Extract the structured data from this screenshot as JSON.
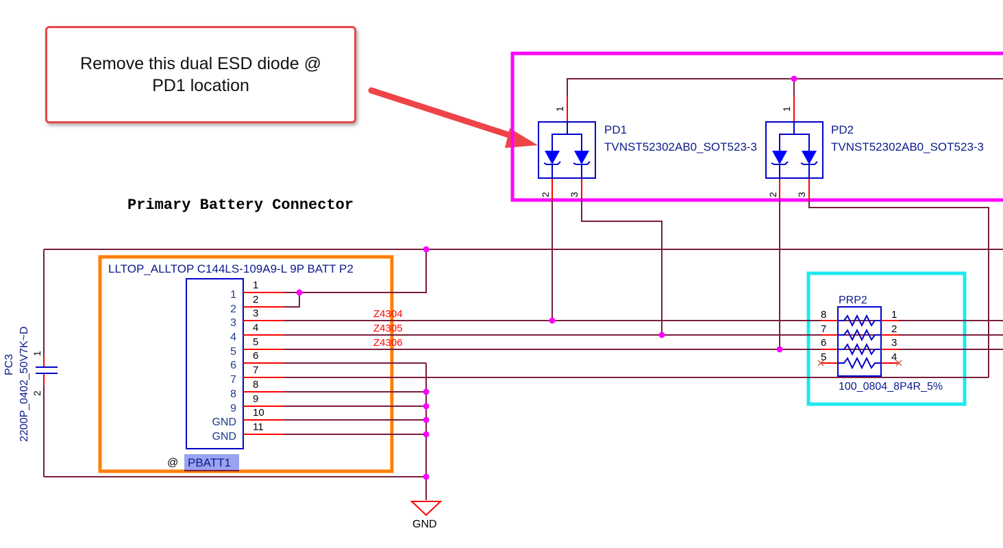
{
  "callout": {
    "text": "Remove this dual ESD diode @ PD1 location"
  },
  "section_title": "Primary Battery Connector",
  "connector": {
    "title": "LLTOP_ALLTOP C144LS-109A9-L 9P BATT P2",
    "inner_pins": [
      "1",
      "2",
      "3",
      "4",
      "5",
      "6",
      "7",
      "8",
      "9",
      "GND",
      "GND"
    ],
    "outer_pins": [
      "1",
      "2",
      "3",
      "4",
      "5",
      "6",
      "7",
      "8",
      "9",
      "10",
      "11"
    ],
    "refdes_prefix": "@",
    "refdes": "PBATT1"
  },
  "nets": {
    "n3": "Z4304",
    "n4": "Z4305",
    "n5": "Z4306"
  },
  "pd1": {
    "name": "PD1",
    "part": "TVNST52302AB0_SOT523-3",
    "pins": [
      "1",
      "2",
      "3"
    ]
  },
  "pd2": {
    "name": "PD2",
    "part": "TVNST52302AB0_SOT523-3",
    "pins": [
      "1",
      "2",
      "3"
    ]
  },
  "prp2": {
    "name": "PRP2",
    "value": "100_0804_8P4R_5%",
    "left_pins": [
      "8",
      "7",
      "6",
      "5"
    ],
    "right_pins": [
      "1",
      "2",
      "3",
      "4"
    ]
  },
  "pc3": {
    "name": "PC3",
    "value": "2200P_0402_50V7K~D",
    "pins": [
      "1",
      "2"
    ]
  },
  "gnd_label": "GND",
  "colors": {
    "wire": "#7a1c3c",
    "pin": "#ff0000",
    "symbol": "#0000cc",
    "pin_text": "#1a3c8c",
    "highlight_magenta": "#ff00ff",
    "highlight_orange": "#ff7f00",
    "highlight_cyan": "#1ee8f0",
    "callout_border": "#e8474a",
    "refdes_bg": "#9aa3f0"
  }
}
